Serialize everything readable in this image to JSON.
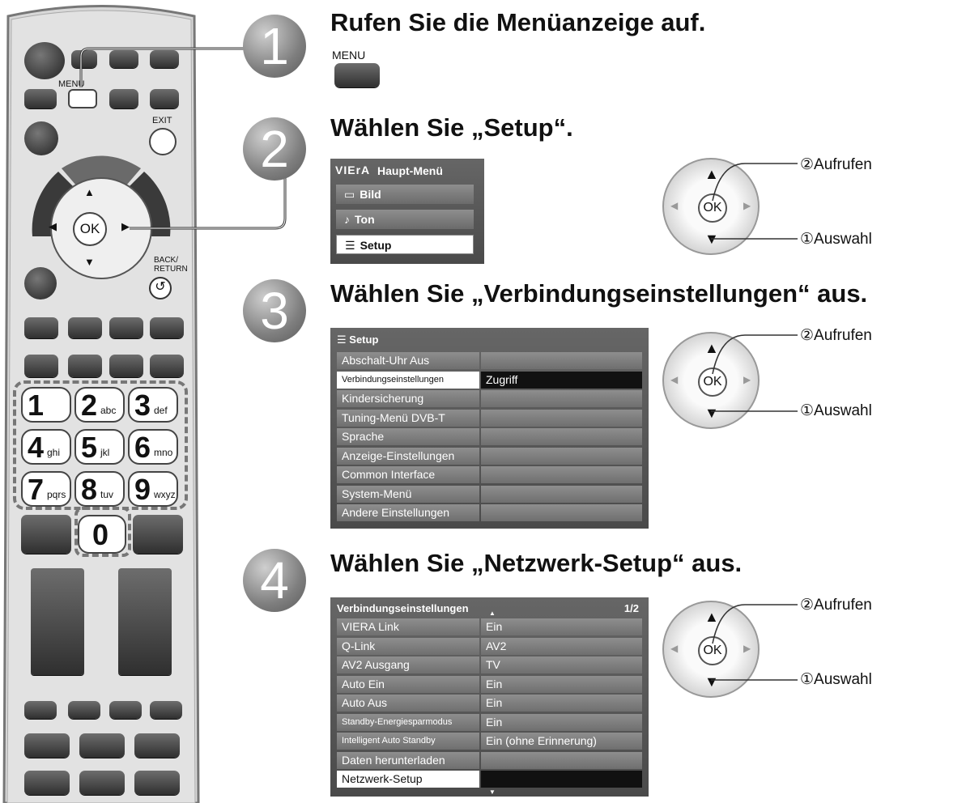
{
  "remote": {
    "menu_label": "MENU",
    "exit_label": "EXIT",
    "back_label": "BACK/\nRETURN",
    "ok_label": "OK",
    "keys": [
      {
        "num": "1",
        "sub": ""
      },
      {
        "num": "2",
        "sub": "abc"
      },
      {
        "num": "3",
        "sub": "def"
      },
      {
        "num": "4",
        "sub": "ghi"
      },
      {
        "num": "5",
        "sub": "jkl"
      },
      {
        "num": "6",
        "sub": "mno"
      },
      {
        "num": "7",
        "sub": "pqrs"
      },
      {
        "num": "8",
        "sub": "tuv"
      },
      {
        "num": "9",
        "sub": "wxyz"
      },
      {
        "num": "0",
        "sub": ""
      }
    ]
  },
  "steps": [
    {
      "number": "1",
      "heading": "Rufen Sie die Menüanzeige auf.",
      "button_label": "MENU"
    },
    {
      "number": "2",
      "heading": "Wählen Sie „Setup“."
    },
    {
      "number": "3",
      "heading": "Wählen Sie „Verbindungseinstellungen“ aus."
    },
    {
      "number": "4",
      "heading": "Wählen Sie „Netzwerk-Setup“ aus."
    }
  ],
  "main_menu": {
    "brand": "VIErA",
    "title": "Haupt-Menü",
    "items": [
      {
        "icon": "picture-icon",
        "label": "Bild"
      },
      {
        "icon": "note-icon",
        "label": "Ton"
      },
      {
        "icon": "list-icon",
        "label": "Setup"
      }
    ],
    "selected": 2
  },
  "setup_menu": {
    "title": "Setup",
    "rows": [
      {
        "key": "Abschalt-Uhr Aus",
        "value": ""
      },
      {
        "key": "Verbindungseinstellungen",
        "value": "Zugriff"
      },
      {
        "key": "Kindersicherung",
        "value": ""
      },
      {
        "key": "Tuning-Menü DVB-T",
        "value": ""
      },
      {
        "key": "Sprache",
        "value": ""
      },
      {
        "key": "Anzeige-Einstellungen",
        "value": ""
      },
      {
        "key": "Common Interface",
        "value": ""
      },
      {
        "key": "System-Menü",
        "value": ""
      },
      {
        "key": "Andere Einstellungen",
        "value": ""
      }
    ],
    "selected": 1
  },
  "connection_menu": {
    "title": "Verbindungseinstellungen",
    "page": "1/2",
    "rows": [
      {
        "key": "VIERA Link",
        "value": "Ein"
      },
      {
        "key": "Q-Link",
        "value": "AV2"
      },
      {
        "key": "AV2 Ausgang",
        "value": "TV"
      },
      {
        "key": "Auto Ein",
        "value": "Ein"
      },
      {
        "key": "Auto Aus",
        "value": "Ein"
      },
      {
        "key": "Standby-Energiesparmodus",
        "value": "Ein"
      },
      {
        "key": "Intelligent Auto Standby",
        "value": "Ein (ohne Erinnerung)"
      },
      {
        "key": "Daten herunterladen",
        "value": ""
      },
      {
        "key": "Netzwerk-Setup",
        "value": ""
      }
    ],
    "selected": 8
  },
  "dpad": {
    "ok_label": "OK",
    "call_label": "②Aufrufen",
    "select_label": "①Auswahl"
  }
}
